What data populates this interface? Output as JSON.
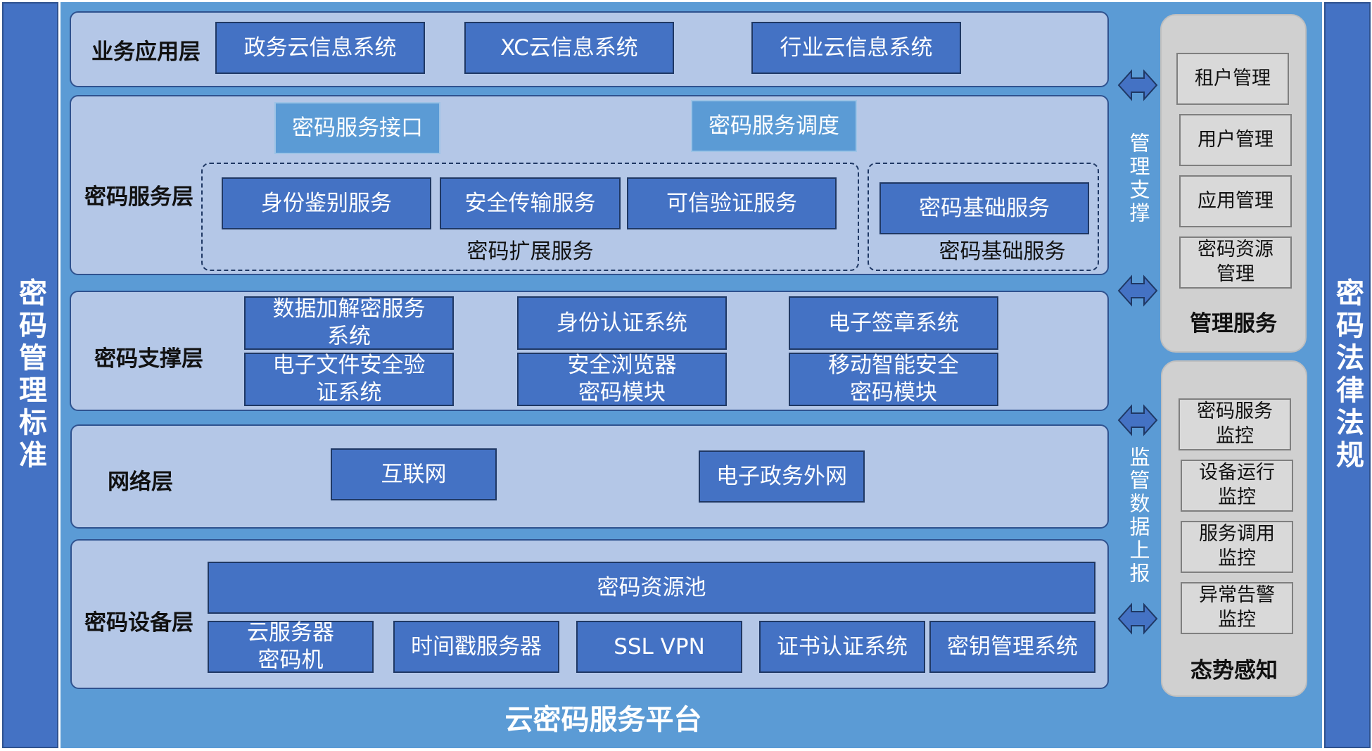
{
  "left_bar": "密码管理标准",
  "right_bar": "密码法律法规",
  "platform_title": "云密码服务平台",
  "layers": {
    "business": {
      "label": "业务应用层",
      "items": [
        "政务云信息系统",
        "XC云信息系统",
        "行业云信息系统"
      ]
    },
    "service": {
      "label": "密码服务层",
      "interface": "密码服务接口",
      "scheduling": "密码服务调度",
      "extended_items": [
        "身份鉴别服务",
        "安全传输服务",
        "可信验证服务"
      ],
      "extended_caption": "密码扩展服务",
      "basic_item": "密码基础服务",
      "basic_caption": "密码基础服务"
    },
    "support": {
      "label": "密码支撑层",
      "items": [
        "数据加解密服务\n系统",
        "身份认证系统",
        "电子签章系统",
        "电子文件安全验\n证系统",
        "安全浏览器\n密码模块",
        "移动智能安全\n密码模块"
      ]
    },
    "network": {
      "label": "网络层",
      "items": [
        "互联网",
        "电子政务外网"
      ]
    },
    "device": {
      "label": "密码设备层",
      "pool": "密码资源池",
      "items": [
        "云服务器\n密码机",
        "时间戳服务器",
        "SSL VPN",
        "证书认证系统",
        "密钥管理系统"
      ]
    }
  },
  "connectors": {
    "management_support": "管理支撑",
    "monitoring_report": "监管数据上报"
  },
  "management": {
    "title": "管理服务",
    "items": [
      "租户管理",
      "用户管理",
      "应用管理",
      "密码资源\n管理"
    ]
  },
  "situation": {
    "title": "态势感知",
    "items": [
      "密码服务\n监控",
      "设备运行\n监控",
      "服务调用\n监控",
      "异常告警\n监控"
    ]
  },
  "colors": {
    "primary_box": "#4472c4",
    "light_box": "#5b9bd5",
    "layer_bg": "#b4c7e7",
    "panel_bg": "#d0d0d0"
  }
}
